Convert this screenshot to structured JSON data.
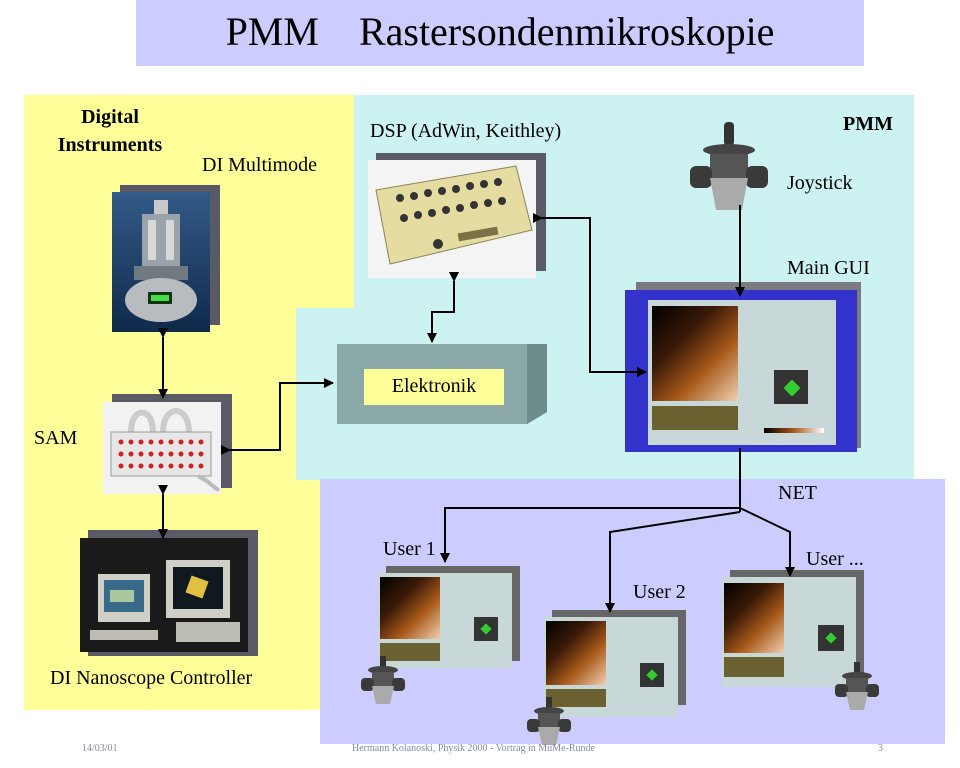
{
  "title": "PMM    Rastersondenmikroskopie",
  "labels": {
    "digital_instruments": "Digital Instruments",
    "di_multimode": "DI Multimode",
    "sam": "SAM",
    "di_nanoscope": "DI Nanoscope Controller",
    "dsp": "DSP (AdWin, Keithley)",
    "pmm": "PMM",
    "joystick": "Joystick",
    "main_gui": "Main GUI",
    "elektronik": "Elektronik",
    "net": "NET",
    "user1": "User 1",
    "user2": "User 2",
    "user_more": "User ..."
  },
  "footer": {
    "date": "14/03/01",
    "author": "Hermann Kolanoski, Physik 2000 - Vortrag in MuMe-Runde",
    "page": "3"
  },
  "colors": {
    "title_bg": "#ccccff",
    "yellow_region": "#ffff99",
    "cyan_region": "#ccf2f2",
    "lavender_region": "#ccccff",
    "gui_frame": "#3333cc",
    "elektronik_box": "#8aa8a8",
    "elektronik_label": "#ffff99",
    "gui_marker": "#33cc33"
  }
}
